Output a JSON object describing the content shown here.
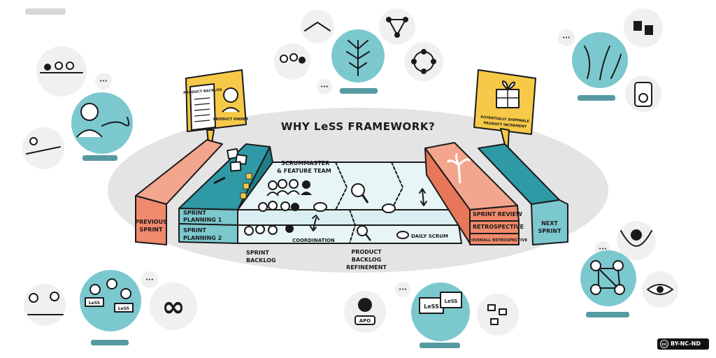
{
  "title": "WHY LeSS FRAMEWORK?",
  "boards": {
    "product_backlog": "PRODUCT BACKLOG",
    "product_owner": "PRODUCT OWNER",
    "increment_line1": "POTENTIALLY SHIPPABLE",
    "increment_line2": "PRODUCT INCREMENT"
  },
  "labels": {
    "scrummaster_line1": "SCRUMMASTER",
    "scrummaster_line2": "& FEATURE TEAM",
    "previous_sprint_line1": "PREVIOUS",
    "previous_sprint_line2": "SPRINT",
    "sprint_planning_1_line1": "SPRINT",
    "sprint_planning_1_line2": "PLANNING 1",
    "sprint_planning_2_line1": "SPRINT",
    "sprint_planning_2_line2": "PLANNING 2",
    "sprint_backlog_line1": "SPRINT",
    "sprint_backlog_line2": "BACKLOG",
    "coordination": "COORDINATION",
    "pbr_line1": "PRODUCT",
    "pbr_line2": "BACKLOG",
    "pbr_line3": "REFINEMENT",
    "daily_scrum": "DAILY SCRUM",
    "sprint_review": "SPRINT REVIEW",
    "retrospective": "RETROSPECTIVE",
    "overall_retrospective": "OVERALL RETROSPECTIVE",
    "next_sprint_line1": "NEXT",
    "next_sprint_line2": "SPRINT",
    "team_badge_lo": "LeSS",
    "team_badge_ls": "LeSS",
    "apo_badge": "APO",
    "team_box_1": "LeSS",
    "team_box_2": "LeSS"
  },
  "license": "BY-NC-ND",
  "colors": {
    "teal": "#7cc8cf",
    "teal_dark": "#2f9aa5",
    "salmon": "#f08a6c",
    "yellow": "#f7c948",
    "ellipse": "#e4e4e4",
    "ink": "#1a1a1a"
  }
}
